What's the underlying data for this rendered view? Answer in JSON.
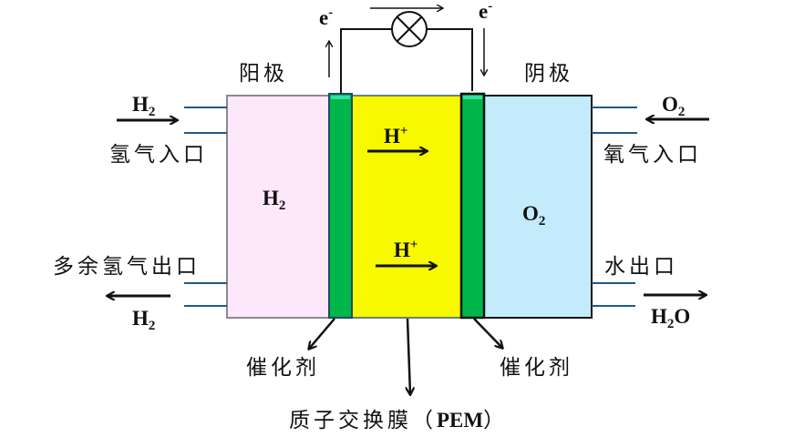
{
  "title": "质子交换膜燃料电池示意图",
  "electrodes": {
    "anode": "阳极",
    "cathode": "阴极"
  },
  "circuit": {
    "electron_left": "e",
    "electron_right": "e",
    "electron_charge": "-",
    "lamp_icon": "lamp-icon"
  },
  "anode_side": {
    "inlet_gas": "H",
    "inlet_gas_sub": "2",
    "inlet_label": "氢气入口",
    "outlet_label": "多余氢气出口",
    "outlet_gas": "H",
    "outlet_gas_sub": "2",
    "chamber_gas": "H",
    "chamber_gas_sub": "2"
  },
  "cathode_side": {
    "inlet_gas": "O",
    "inlet_gas_sub": "2",
    "inlet_label": "氧气入口",
    "outlet_label": "水出口",
    "outlet_gas_a": "H",
    "outlet_gas_sub": "2",
    "outlet_gas_b": "O",
    "chamber_gas": "O",
    "chamber_gas_sub": "2"
  },
  "membrane": {
    "ion_top": "H",
    "ion_top_sup": "+",
    "ion_bottom": "H",
    "ion_bottom_sup": "+",
    "label": "质子交换膜（",
    "label_abbr": "PEM",
    "label_close": "）"
  },
  "catalyst": {
    "left_label": "催化剂",
    "right_label": "催化剂"
  },
  "colors": {
    "anode_chamber": "#fde8fb",
    "membrane": "#f8f800",
    "catalyst": "#00b64a",
    "cathode_chamber": "#c3ebfc",
    "pipe": "#1f5a8a"
  }
}
